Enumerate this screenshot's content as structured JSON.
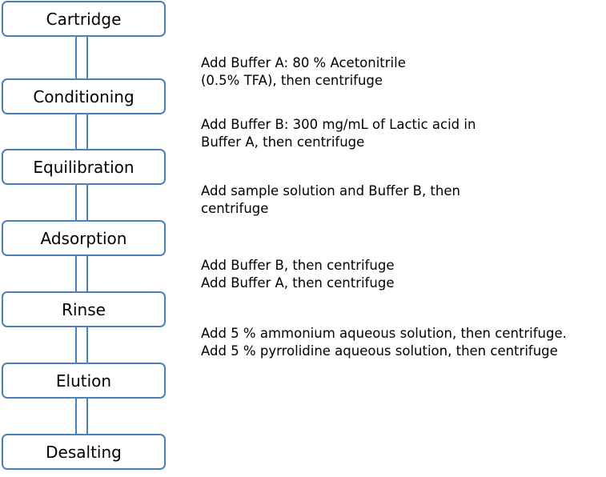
{
  "colors": {
    "box_border": "#4a7fc1",
    "text": "#000000"
  },
  "steps": [
    {
      "label": "Cartridge"
    },
    {
      "label": "Conditioning"
    },
    {
      "label": "Equilibration"
    },
    {
      "label": "Adsorption"
    },
    {
      "label": "Rinse"
    },
    {
      "label": "Elution"
    },
    {
      "label": "Desalting"
    }
  ],
  "notes": [
    {
      "lines": [
        "Add Buffer A: 80 % Acetonitrile",
        "(0.5% TFA), then centrifuge"
      ]
    },
    {
      "lines": [
        "Add Buffer B: 300 mg/mL of Lactic acid in",
        "Buffer A, then centrifuge"
      ]
    },
    {
      "lines": [
        "Add sample solution and Buffer B, then",
        "centrifuge"
      ]
    },
    {
      "lines": [
        "Add Buffer B, then centrifuge",
        "Add Buffer A, then centrifuge"
      ]
    },
    {
      "lines": [
        "Add 5 % ammonium aqueous solution, then centrifuge.",
        "Add 5 % pyrrolidine aqueous solution, then centrifuge"
      ]
    }
  ]
}
